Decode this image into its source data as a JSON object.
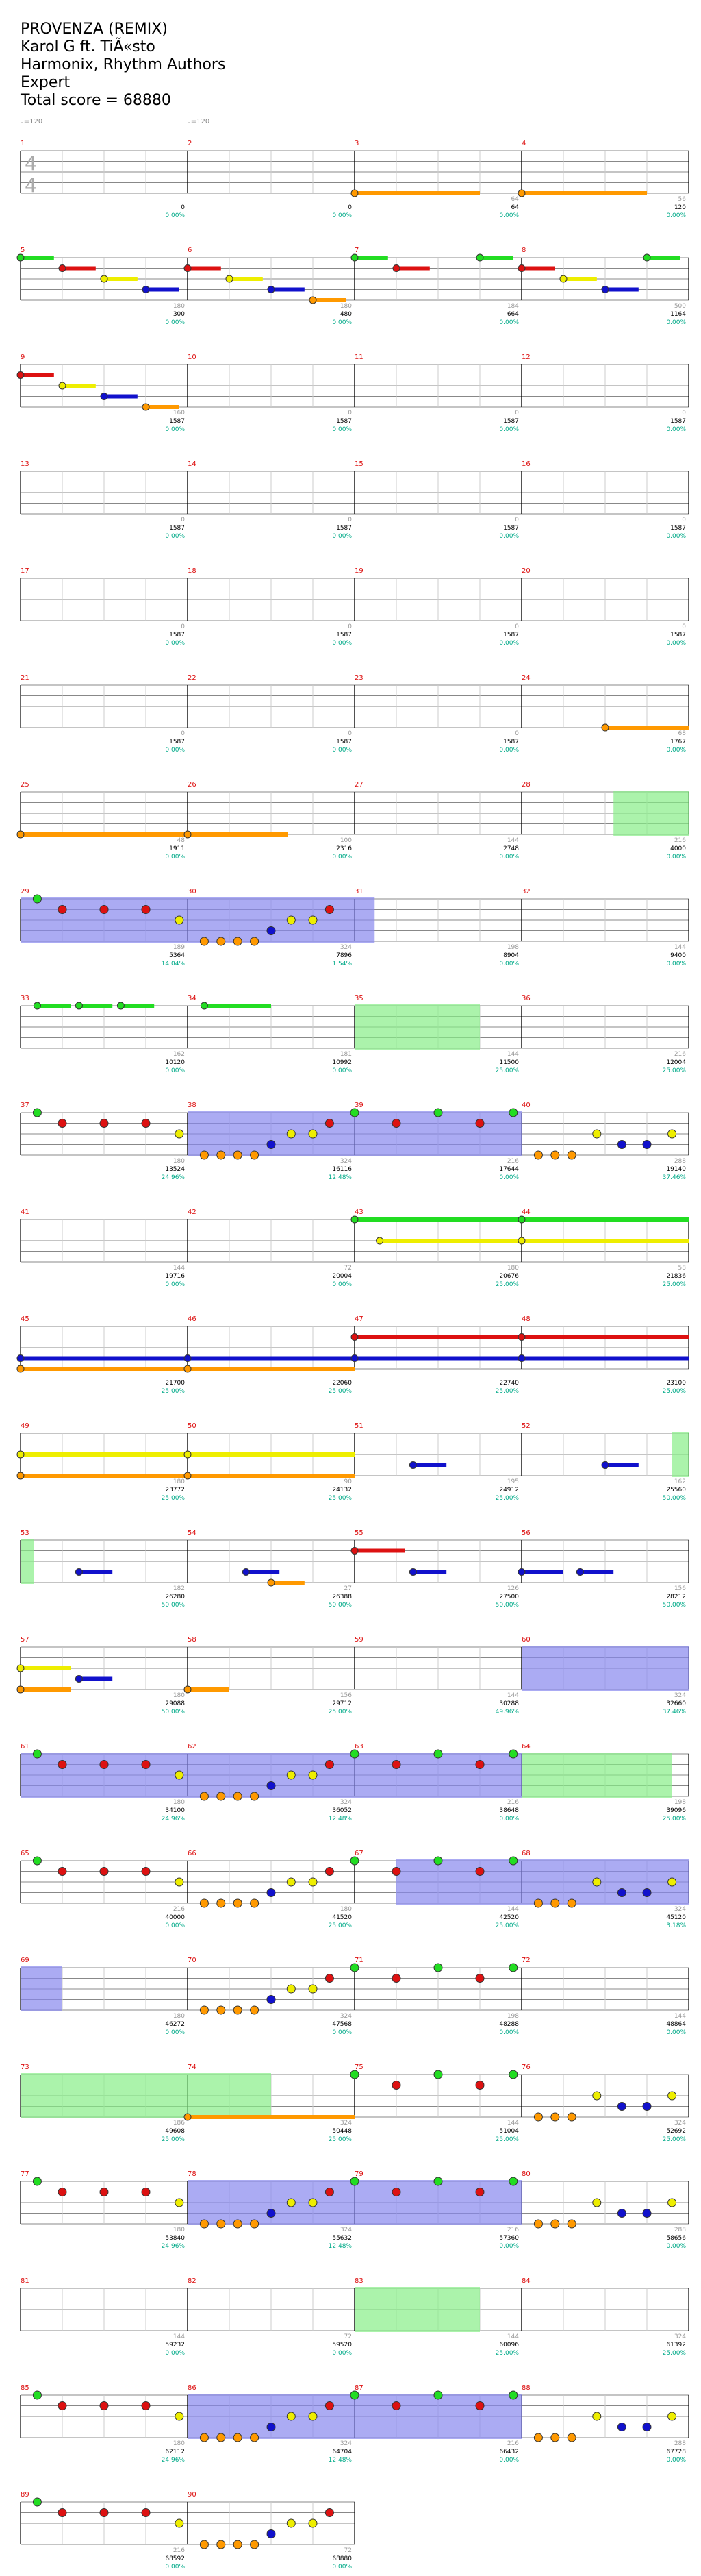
{
  "header": {
    "title": "PROVENZA (REMIX)",
    "artist": "Karol G ft. TiÃ«sto",
    "charter": "Harmonix, Rhythm Authors",
    "difficulty": "Expert",
    "total_score": "Total score = 68880"
  },
  "tempo_markers": [
    {
      "measure": 1,
      "label": "♩=120"
    },
    {
      "measure": 2,
      "label": "♩=120"
    }
  ],
  "time_signature": {
    "numerator": "4",
    "denominator": "4"
  },
  "lane_colors": {
    "green": "#22dd22",
    "red": "#dd1111",
    "yellow": "#eeee00",
    "blue": "#1111cc",
    "orange": "#ff9900"
  },
  "overlay_colors": {
    "star_power": "#88ee88",
    "solo": "#8888ee"
  },
  "measures": [
    {
      "n": "1",
      "score": "0",
      "pct": "0.00%",
      "add": ""
    },
    {
      "n": "2",
      "score": "0",
      "pct": "0.00%",
      "add": ""
    },
    {
      "n": "3",
      "score": "64",
      "pct": "0.00%",
      "add": "64"
    },
    {
      "n": "4",
      "score": "120",
      "pct": "0.00%",
      "add": "56"
    },
    {
      "n": "5",
      "score": "300",
      "pct": "0.00%",
      "add": "180"
    },
    {
      "n": "6",
      "score": "480",
      "pct": "0.00%",
      "add": "180"
    },
    {
      "n": "7",
      "score": "664",
      "pct": "0.00%",
      "add": "184"
    },
    {
      "n": "8",
      "score": "1164",
      "pct": "0.00%",
      "add": "500"
    },
    {
      "n": "9",
      "score": "1587",
      "pct": "0.00%",
      "add": "160"
    },
    {
      "n": "10",
      "score": "1587",
      "pct": "0.00%",
      "add": "0"
    },
    {
      "n": "11",
      "score": "1587",
      "pct": "0.00%",
      "add": "0"
    },
    {
      "n": "12",
      "score": "1587",
      "pct": "0.00%",
      "add": "0"
    },
    {
      "n": "13",
      "score": "1587",
      "pct": "0.00%",
      "add": "0"
    },
    {
      "n": "14",
      "score": "1587",
      "pct": "0.00%",
      "add": "0"
    },
    {
      "n": "15",
      "score": "1587",
      "pct": "0.00%",
      "add": "0"
    },
    {
      "n": "16",
      "score": "1587",
      "pct": "0.00%",
      "add": "0"
    },
    {
      "n": "17",
      "score": "1587",
      "pct": "0.00%",
      "add": "0"
    },
    {
      "n": "18",
      "score": "1587",
      "pct": "0.00%",
      "add": "0"
    },
    {
      "n": "19",
      "score": "1587",
      "pct": "0.00%",
      "add": "0"
    },
    {
      "n": "20",
      "score": "1587",
      "pct": "0.00%",
      "add": "0"
    },
    {
      "n": "21",
      "score": "1587",
      "pct": "0.00%",
      "add": "0"
    },
    {
      "n": "22",
      "score": "1587",
      "pct": "0.00%",
      "add": "0"
    },
    {
      "n": "23",
      "score": "1587",
      "pct": "0.00%",
      "add": "0"
    },
    {
      "n": "24",
      "score": "1767",
      "pct": "0.00%",
      "add": "68"
    },
    {
      "n": "25",
      "score": "1911",
      "pct": "0.00%",
      "add": "48"
    },
    {
      "n": "26",
      "score": "2316",
      "pct": "0.00%",
      "add": "100"
    },
    {
      "n": "27",
      "score": "2748",
      "pct": "0.00%",
      "add": "144"
    },
    {
      "n": "28",
      "score": "4000",
      "pct": "0.00%",
      "add": "216"
    },
    {
      "n": "29",
      "score": "5364",
      "pct": "14.04%",
      "add": "189"
    },
    {
      "n": "30",
      "score": "7896",
      "pct": "1.54%",
      "add": "324"
    },
    {
      "n": "31",
      "score": "8904",
      "pct": "0.00%",
      "add": "198"
    },
    {
      "n": "32",
      "score": "9400",
      "pct": "0.00%",
      "add": "144"
    },
    {
      "n": "33",
      "score": "10120",
      "pct": "0.00%",
      "add": "162"
    },
    {
      "n": "34",
      "score": "10992",
      "pct": "0.00%",
      "add": "181"
    },
    {
      "n": "35",
      "score": "11500",
      "pct": "25.00%",
      "add": "144"
    },
    {
      "n": "36",
      "score": "12004",
      "pct": "25.00%",
      "add": "216"
    },
    {
      "n": "37",
      "score": "13524",
      "pct": "24.96%",
      "add": "180"
    },
    {
      "n": "38",
      "score": "16116",
      "pct": "12.48%",
      "add": "324"
    },
    {
      "n": "39",
      "score": "17644",
      "pct": "0.00%",
      "add": "216"
    },
    {
      "n": "40",
      "score": "19140",
      "pct": "37.46%",
      "add": "288"
    },
    {
      "n": "41",
      "score": "19716",
      "pct": "0.00%",
      "add": "144"
    },
    {
      "n": "42",
      "score": "20004",
      "pct": "0.00%",
      "add": "72"
    },
    {
      "n": "43",
      "score": "20676",
      "pct": "25.00%",
      "add": "180"
    },
    {
      "n": "44",
      "score": "21836",
      "pct": "25.00%",
      "add": "58"
    },
    {
      "n": "45",
      "score": "21700",
      "pct": "25.00%",
      "add": ""
    },
    {
      "n": "46",
      "score": "22060",
      "pct": "25.00%",
      "add": ""
    },
    {
      "n": "47",
      "score": "22740",
      "pct": "25.00%",
      "add": ""
    },
    {
      "n": "48",
      "score": "23100",
      "pct": "25.00%",
      "add": ""
    },
    {
      "n": "49",
      "score": "23772",
      "pct": "25.00%",
      "add": "180"
    },
    {
      "n": "50",
      "score": "24132",
      "pct": "25.00%",
      "add": "90"
    },
    {
      "n": "51",
      "score": "24912",
      "pct": "25.00%",
      "add": "195"
    },
    {
      "n": "52",
      "score": "25560",
      "pct": "50.00%",
      "add": "162"
    },
    {
      "n": "53",
      "score": "26280",
      "pct": "50.00%",
      "add": "182"
    },
    {
      "n": "54",
      "score": "26388",
      "pct": "50.00%",
      "add": "27"
    },
    {
      "n": "55",
      "score": "27500",
      "pct": "50.00%",
      "add": "126"
    },
    {
      "n": "56",
      "score": "28212",
      "pct": "50.00%",
      "add": "156"
    },
    {
      "n": "57",
      "score": "29088",
      "pct": "50.00%",
      "add": "180"
    },
    {
      "n": "58",
      "score": "29712",
      "pct": "25.00%",
      "add": "156"
    },
    {
      "n": "59",
      "score": "30288",
      "pct": "49.96%",
      "add": "144"
    },
    {
      "n": "60",
      "score": "32660",
      "pct": "37.46%",
      "add": "324"
    },
    {
      "n": "61",
      "score": "34100",
      "pct": "24.96%",
      "add": "180"
    },
    {
      "n": "62",
      "score": "36052",
      "pct": "12.48%",
      "add": "324"
    },
    {
      "n": "63",
      "score": "38648",
      "pct": "0.00%",
      "add": "216"
    },
    {
      "n": "64",
      "score": "39096",
      "pct": "25.00%",
      "add": "198"
    },
    {
      "n": "65",
      "score": "40000",
      "pct": "0.00%",
      "add": "216"
    },
    {
      "n": "66",
      "score": "41520",
      "pct": "25.00%",
      "add": "180"
    },
    {
      "n": "67",
      "score": "42520",
      "pct": "25.00%",
      "add": "144"
    },
    {
      "n": "68",
      "score": "45120",
      "pct": "3.18%",
      "add": "324"
    },
    {
      "n": "69",
      "score": "46272",
      "pct": "0.00%",
      "add": "180"
    },
    {
      "n": "70",
      "score": "47568",
      "pct": "0.00%",
      "add": "324"
    },
    {
      "n": "71",
      "score": "48288",
      "pct": "0.00%",
      "add": "198"
    },
    {
      "n": "72",
      "score": "48864",
      "pct": "0.00%",
      "add": "144"
    },
    {
      "n": "73",
      "score": "49608",
      "pct": "25.00%",
      "add": "186"
    },
    {
      "n": "74",
      "score": "50448",
      "pct": "25.00%",
      "add": "324"
    },
    {
      "n": "75",
      "score": "51004",
      "pct": "25.00%",
      "add": "144"
    },
    {
      "n": "76",
      "score": "52692",
      "pct": "25.00%",
      "add": "324"
    },
    {
      "n": "77",
      "score": "53840",
      "pct": "24.96%",
      "add": "180"
    },
    {
      "n": "78",
      "score": "55632",
      "pct": "12.48%",
      "add": "324"
    },
    {
      "n": "79",
      "score": "57360",
      "pct": "0.00%",
      "add": "216"
    },
    {
      "n": "80",
      "score": "58656",
      "pct": "0.00%",
      "add": "288"
    },
    {
      "n": "81",
      "score": "59232",
      "pct": "0.00%",
      "add": "144"
    },
    {
      "n": "82",
      "score": "59520",
      "pct": "0.00%",
      "add": "72"
    },
    {
      "n": "83",
      "score": "60096",
      "pct": "25.00%",
      "add": "144"
    },
    {
      "n": "84",
      "score": "61392",
      "pct": "25.00%",
      "add": "324"
    },
    {
      "n": "85",
      "score": "62112",
      "pct": "24.96%",
      "add": "180"
    },
    {
      "n": "86",
      "score": "64704",
      "pct": "12.48%",
      "add": "324"
    },
    {
      "n": "87",
      "score": "66432",
      "pct": "0.00%",
      "add": "216"
    },
    {
      "n": "88",
      "score": "67728",
      "pct": "0.00%",
      "add": "288"
    },
    {
      "n": "89",
      "score": "68592",
      "pct": "0.00%",
      "add": "216"
    },
    {
      "n": "90",
      "score": "68880",
      "pct": "0.00%",
      "add": "72"
    }
  ]
}
